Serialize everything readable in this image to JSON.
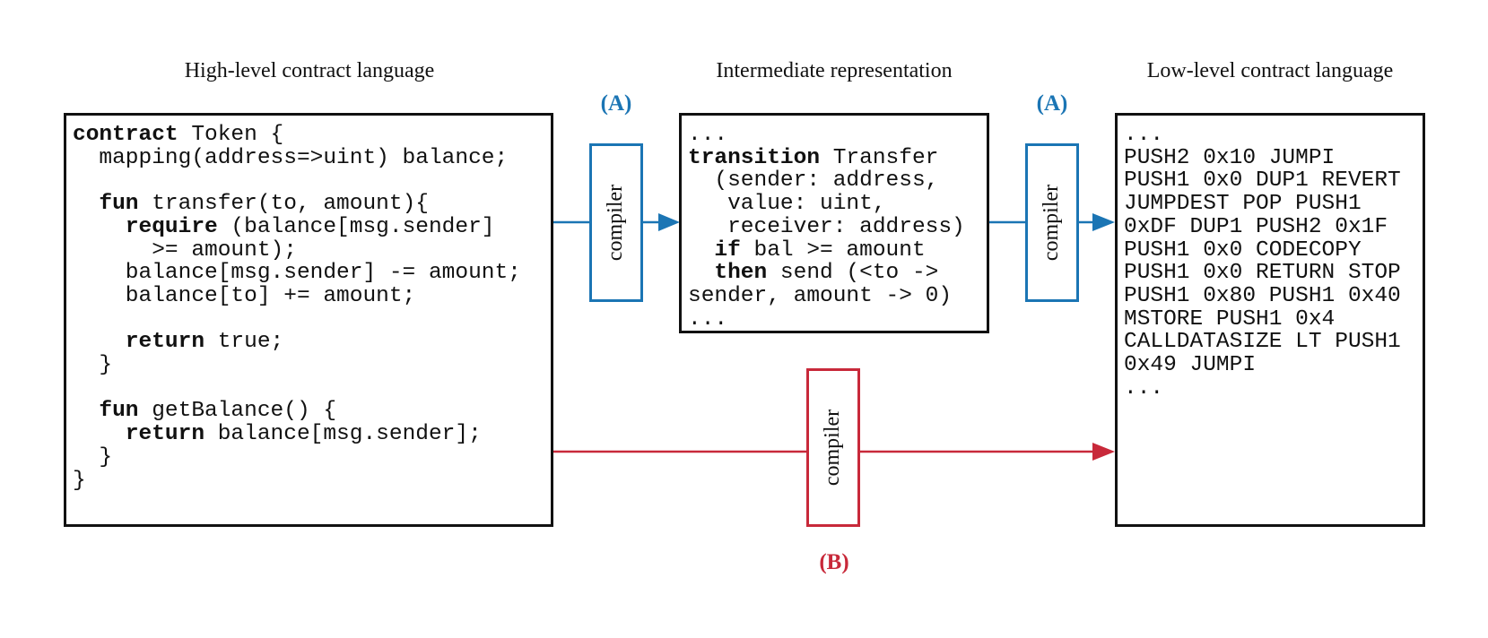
{
  "headings": {
    "high": "High-level contract language",
    "intermediate": "Intermediate representation",
    "low": "Low-level contract language"
  },
  "path_labels": {
    "a_left": "(A)",
    "a_right": "(A)",
    "b": "(B)"
  },
  "compiler_label": "compiler",
  "colors": {
    "path_a": "#1b75b4",
    "path_b": "#c8293a",
    "border": "#111111"
  },
  "high_level_code": [
    [
      {
        "t": "contract",
        "b": true
      },
      {
        "t": " Token {"
      }
    ],
    [
      {
        "t": "  mapping(address=>uint) balance;"
      }
    ],
    [
      {
        "t": ""
      }
    ],
    [
      {
        "t": "  "
      },
      {
        "t": "fun",
        "b": true
      },
      {
        "t": " transfer(to, amount){"
      }
    ],
    [
      {
        "t": "    "
      },
      {
        "t": "require",
        "b": true
      },
      {
        "t": " (balance[msg.sender]"
      }
    ],
    [
      {
        "t": "      >= amount);"
      }
    ],
    [
      {
        "t": "    balance[msg.sender] -= amount;"
      }
    ],
    [
      {
        "t": "    balance[to] += amount;"
      }
    ],
    [
      {
        "t": ""
      }
    ],
    [
      {
        "t": "    "
      },
      {
        "t": "return",
        "b": true
      },
      {
        "t": " true;"
      }
    ],
    [
      {
        "t": "  }"
      }
    ],
    [
      {
        "t": ""
      }
    ],
    [
      {
        "t": "  "
      },
      {
        "t": "fun",
        "b": true
      },
      {
        "t": " getBalance() {"
      }
    ],
    [
      {
        "t": "    "
      },
      {
        "t": "return",
        "b": true
      },
      {
        "t": " balance[msg.sender];"
      }
    ],
    [
      {
        "t": "  }"
      }
    ],
    [
      {
        "t": "}"
      }
    ]
  ],
  "intermediate_code": [
    [
      {
        "t": "..."
      }
    ],
    [
      {
        "t": "transition",
        "b": true
      },
      {
        "t": " Transfer"
      }
    ],
    [
      {
        "t": "  (sender: address,"
      }
    ],
    [
      {
        "t": "   value: uint,"
      }
    ],
    [
      {
        "t": "   receiver: address)"
      }
    ],
    [
      {
        "t": "  "
      },
      {
        "t": "if",
        "b": true
      },
      {
        "t": " bal >= amount"
      }
    ],
    [
      {
        "t": "  "
      },
      {
        "t": "then",
        "b": true
      },
      {
        "t": " send (<to ->"
      }
    ],
    [
      {
        "t": "sender, amount -> 0)"
      }
    ],
    [
      {
        "t": "..."
      }
    ]
  ],
  "low_level_code": [
    [
      {
        "t": "..."
      }
    ],
    [
      {
        "t": "PUSH2 0x10 JUMPI"
      }
    ],
    [
      {
        "t": "PUSH1 0x0 DUP1 REVERT"
      }
    ],
    [
      {
        "t": "JUMPDEST POP PUSH1"
      }
    ],
    [
      {
        "t": "0xDF DUP1 PUSH2 0x1F"
      }
    ],
    [
      {
        "t": "PUSH1 0x0 CODECOPY"
      }
    ],
    [
      {
        "t": "PUSH1 0x0 RETURN STOP"
      }
    ],
    [
      {
        "t": "PUSH1 0x80 PUSH1 0x40"
      }
    ],
    [
      {
        "t": "MSTORE PUSH1 0x4"
      }
    ],
    [
      {
        "t": "CALLDATASIZE LT PUSH1"
      }
    ],
    [
      {
        "t": "0x49 JUMPI"
      }
    ],
    [
      {
        "t": "..."
      }
    ]
  ]
}
